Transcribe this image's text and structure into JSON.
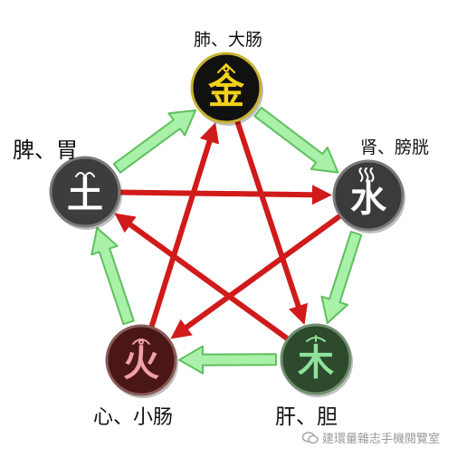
{
  "elements": [
    {
      "key": "metal",
      "glyph": "金",
      "organs": "肺、大肠",
      "fill": "#111111",
      "glyph_color": "#f2d21a",
      "rim": "#c9b230",
      "mark": "ring"
    },
    {
      "key": "water",
      "glyph": "水",
      "organs": "肾、膀胱",
      "fill": "#3b3b3b",
      "glyph_color": "#ffffff",
      "rim": "#7a7a7a",
      "mark": "waves"
    },
    {
      "key": "wood",
      "glyph": "木",
      "organs": "肝、胆",
      "fill": "#2d4a2d",
      "glyph_color": "#8fe29a",
      "rim": "#6f8f6f",
      "mark": "leaf"
    },
    {
      "key": "fire",
      "glyph": "火",
      "organs": "心、小肠",
      "fill": "#4a1616",
      "glyph_color": "#f0a0a8",
      "rim": "#8a5a5a",
      "mark": "flame"
    },
    {
      "key": "earth",
      "glyph": "土",
      "organs": "脾、胃",
      "fill": "#3d3d3d",
      "glyph_color": "#ffffff",
      "rim": "#7a7a7a",
      "mark": "hills"
    }
  ],
  "generating_cycle": [
    {
      "from": "metal",
      "to": "water"
    },
    {
      "from": "water",
      "to": "wood"
    },
    {
      "from": "wood",
      "to": "fire"
    },
    {
      "from": "fire",
      "to": "earth"
    },
    {
      "from": "earth",
      "to": "metal"
    }
  ],
  "controlling_cycle": [
    {
      "from": "metal",
      "to": "wood"
    },
    {
      "from": "wood",
      "to": "earth"
    },
    {
      "from": "earth",
      "to": "water"
    },
    {
      "from": "water",
      "to": "fire"
    },
    {
      "from": "fire",
      "to": "metal"
    }
  ],
  "colors": {
    "generating_fill": "#a9f0a9",
    "generating_stroke": "#5fbf5f",
    "controlling": "#d11a1a"
  },
  "watermark": "建環量雜志手機閱覽室"
}
